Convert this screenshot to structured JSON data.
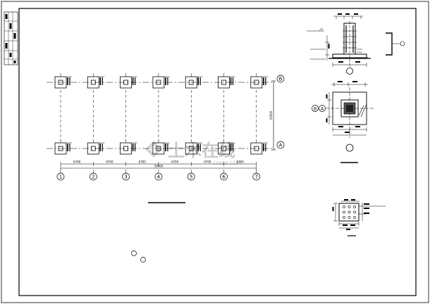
{
  "sheet": {
    "watermark_text": "土木在线",
    "watermark_sub": "COI88.COM"
  },
  "plan": {
    "axis_numbers": [
      "1",
      "2",
      "3",
      "4",
      "5",
      "6",
      "7"
    ],
    "axis_letters": [
      "B",
      "A"
    ],
    "span_labels": [
      "6700",
      "6700",
      "6700",
      "6700",
      "6700",
      "6700"
    ],
    "total_label": "39600",
    "side_dimension": "10500"
  },
  "details": {
    "axis_tag_b": "B",
    "axis_tag_a": "A"
  },
  "colors": {
    "line": "#000000",
    "paper": "#ffffff",
    "watermark": "#c9c9c9"
  }
}
